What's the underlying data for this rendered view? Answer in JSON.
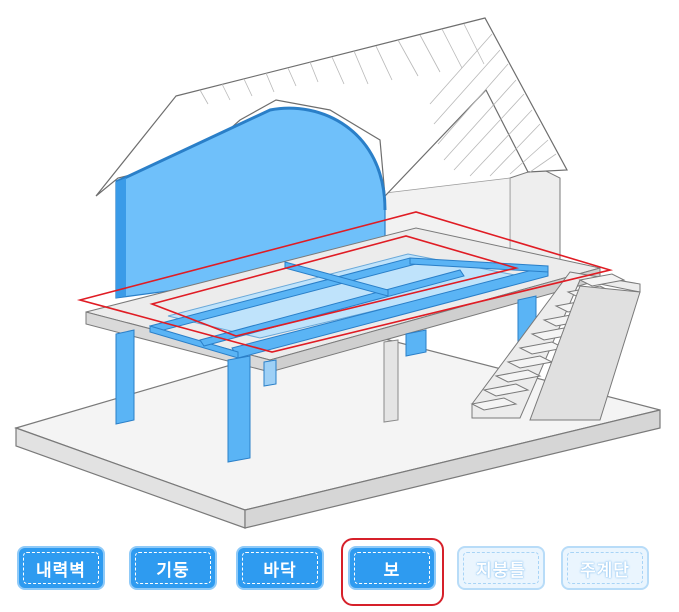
{
  "buttons": [
    {
      "label": "내력벽",
      "active": true
    },
    {
      "label": "기둥",
      "active": true
    },
    {
      "label": "바닥",
      "active": true
    },
    {
      "label": "보",
      "active": true,
      "selected": true
    },
    {
      "label": "지붕틀",
      "active": false
    },
    {
      "label": "주계단",
      "active": false
    }
  ],
  "colors": {
    "accent": "#2e9bf0",
    "highlight": "#d6202a",
    "structure_blue": "#5ab4f5",
    "disabled": "#eaf5fe"
  }
}
